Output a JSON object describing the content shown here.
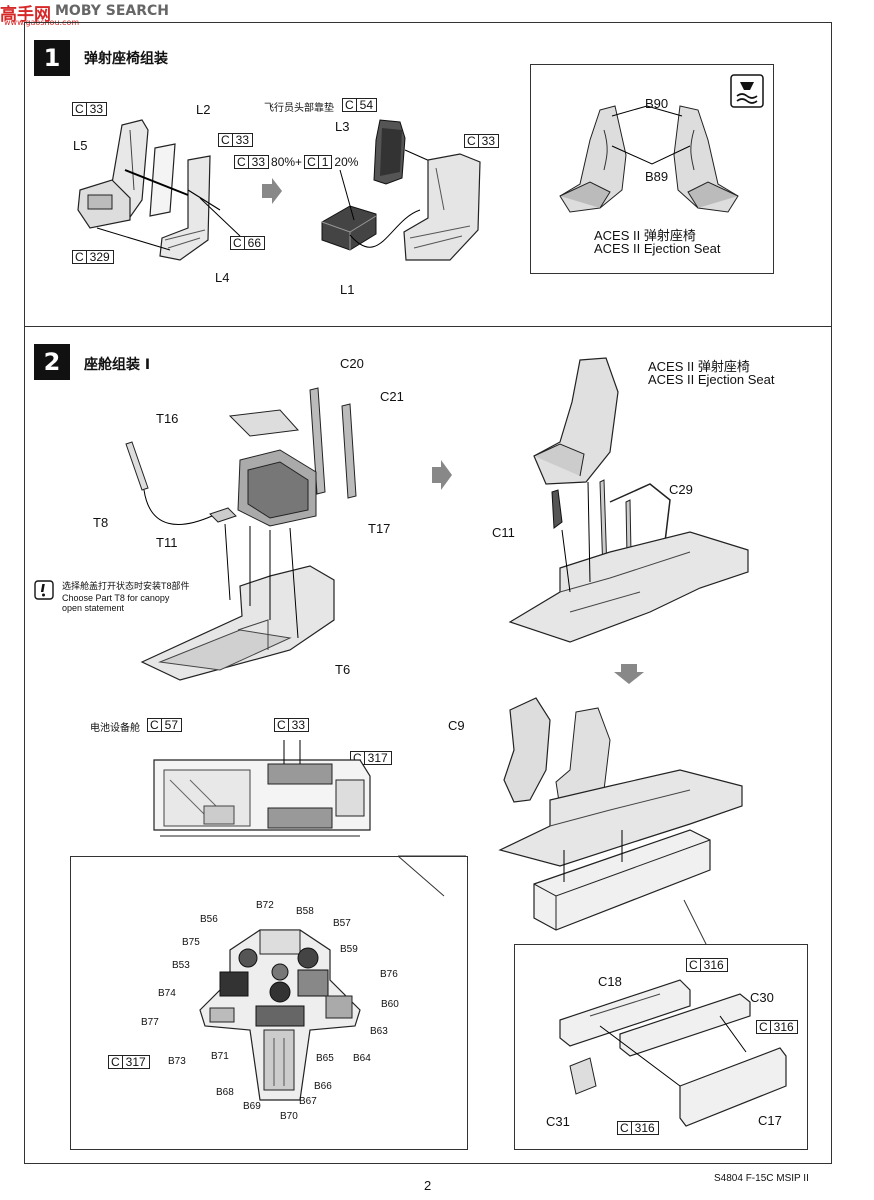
{
  "watermark": {
    "cn": "高手网",
    "mark": "MOBY SEARCH",
    "url": "www.gaoshou.com"
  },
  "step1": {
    "number": "1",
    "title": "弹射座椅组装",
    "parts": {
      "l2": "L2",
      "l3": "L3",
      "l4": "L4",
      "l5": "L5",
      "l1": "L1",
      "b90": "B90",
      "b89": "B89"
    },
    "paints": {
      "c33a": {
        "b": "C",
        "n": "33"
      },
      "c33b": {
        "b": "C",
        "n": "33"
      },
      "c33c": {
        "b": "C",
        "n": "33"
      },
      "c33d": {
        "b": "C",
        "n": "33"
      },
      "c66": {
        "b": "C",
        "n": "66"
      },
      "c329": {
        "b": "C",
        "n": "329"
      },
      "c54": {
        "b": "C",
        "n": "54"
      },
      "c1": {
        "b": "C",
        "n": "1"
      }
    },
    "headrest_label": "飞行员头部靠垫",
    "mix_80": "80%+",
    "mix_20": "20%",
    "seat_cn": "ACES II 弹射座椅",
    "seat_en": "ACES II Ejection Seat"
  },
  "step2": {
    "number": "2",
    "title": "座舱组装 Ⅰ",
    "parts": {
      "c20": "C20",
      "c21": "C21",
      "t16": "T16",
      "t8": "T8",
      "t11": "T11",
      "t17": "T17",
      "t6": "T6",
      "c11": "C11",
      "c29": "C29",
      "c9": "C9",
      "c18": "C18",
      "c30": "C30",
      "c31": "C31",
      "c17": "C17"
    },
    "seat_cn": "ACES II 弹射座椅",
    "seat_en": "ACES II Ejection Seat",
    "note_cn": "选择舱盖打开状态时安装T8部件",
    "note_en1": "Choose Part  T8  for canopy",
    "note_en2": "open statement",
    "battery_label": "电池设备舱",
    "paints": {
      "c57": {
        "b": "C",
        "n": "57"
      },
      "c33": {
        "b": "C",
        "n": "33"
      },
      "c317a": {
        "b": "C",
        "n": "317"
      },
      "c317b": {
        "b": "C",
        "n": "317"
      },
      "c316a": {
        "b": "C",
        "n": "316"
      },
      "c316b": {
        "b": "C",
        "n": "316"
      },
      "c316c": {
        "b": "C",
        "n": "316"
      }
    },
    "panel_parts": [
      "B72",
      "B56",
      "B58",
      "B57",
      "B75",
      "B59",
      "B53",
      "B76",
      "B74",
      "B60",
      "B77",
      "B63",
      "B73",
      "B71",
      "B65",
      "B64",
      "B68",
      "B66",
      "B69",
      "B67",
      "B70"
    ]
  },
  "footer": {
    "page": "2",
    "product": "S4804 F-15C MSIP  II"
  }
}
